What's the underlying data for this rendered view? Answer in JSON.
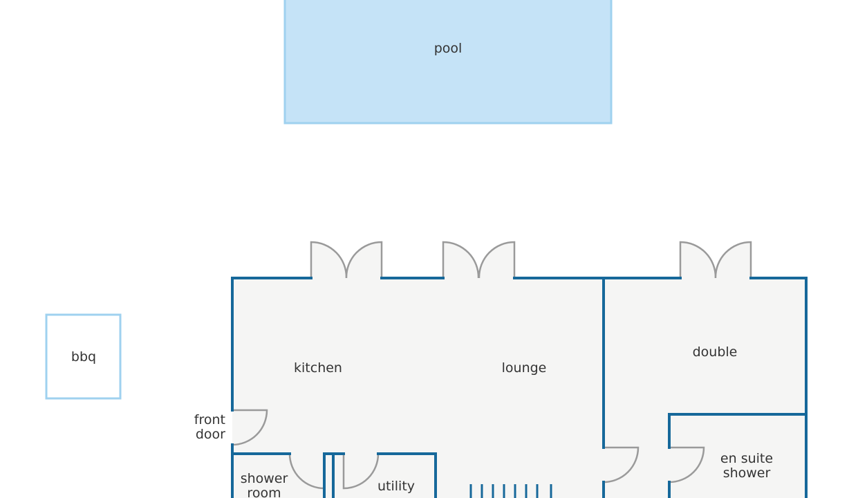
{
  "colors": {
    "wall": "#16689a",
    "floor": "#f5f5f4",
    "pool_fill": "#c5e3f7",
    "pool_stroke": "#9fd1ef",
    "door_stroke": "#9a9a9a",
    "text": "#333333"
  },
  "labels": {
    "pool": "pool",
    "bbq": "bbq",
    "kitchen": "kitchen",
    "lounge": "lounge",
    "double": "double",
    "front_door_line1": "front",
    "front_door_line2": "door",
    "shower_room_line1": "shower",
    "shower_room_line2": "room",
    "utility": "utility",
    "en_suite_line1": "en suite",
    "en_suite_line2": "shower"
  }
}
